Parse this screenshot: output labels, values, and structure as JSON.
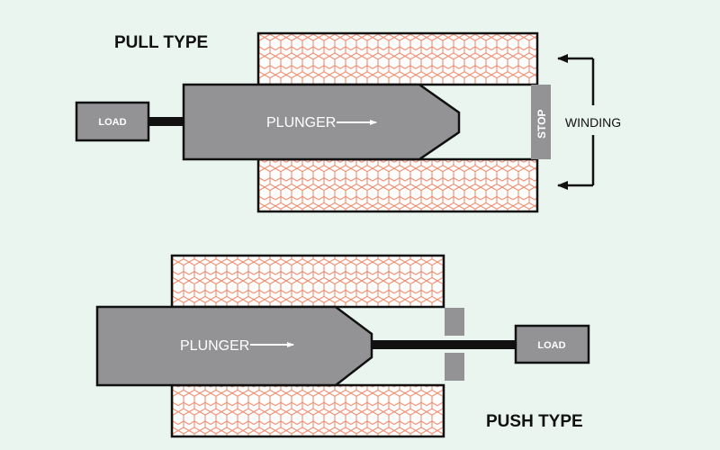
{
  "diagram": {
    "pull_type": {
      "title": "PULL TYPE",
      "plunger_label": "PLUNGER",
      "load_label": "LOAD",
      "stop_label": "STOP",
      "winding_label": "WINDING"
    },
    "push_type": {
      "title": "PUSH TYPE",
      "plunger_label": "PLUNGER",
      "load_label": "LOAD"
    }
  },
  "colors": {
    "background": "#eaf5ef",
    "plunger": "#939396",
    "coil_fill": "#ffffff",
    "coil_hex": "#f08a6c",
    "outline": "#111111"
  }
}
